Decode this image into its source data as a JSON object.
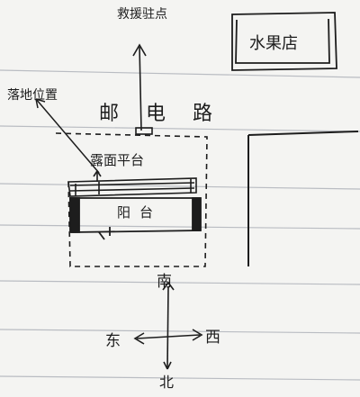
{
  "labels": {
    "accident_title": "救援驻点",
    "fruit_shop": "水果店",
    "post_road": "邮电路",
    "fall_position": "落地位置",
    "exposed_platform": "露面平台",
    "balcony": "阳台"
  },
  "compass": {
    "south": "南",
    "east": "东",
    "west": "西",
    "north": "北"
  }
}
